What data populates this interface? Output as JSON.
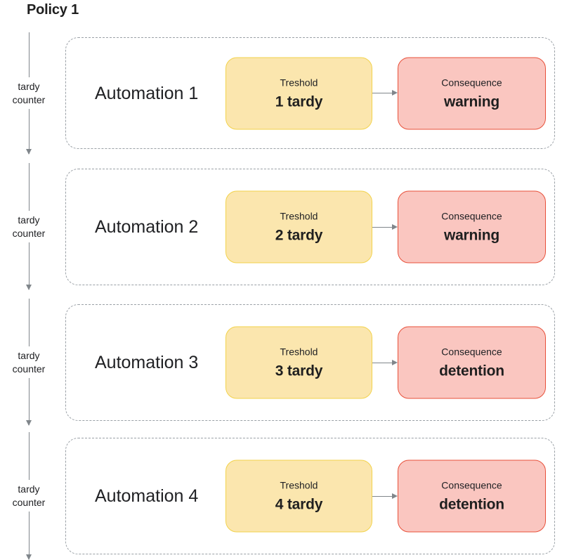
{
  "title": "Policy 1",
  "counter_label_line1": "tardy",
  "counter_label_line2": "counter",
  "node_captions": {
    "threshold": "Treshold",
    "consequence": "Consequence"
  },
  "colors": {
    "threshold_fill": "#FBE6AE",
    "threshold_border": "#F2D24B",
    "consequence_fill": "#FAC6C0",
    "consequence_border": "#E8503A",
    "container_border": "#9AA0A6",
    "arrow": "#80868B",
    "text": "#202124"
  },
  "rows": [
    {
      "automation": "Automation 1",
      "threshold_caption": "Treshold",
      "threshold_value": "1 tardy",
      "consequence_caption": "Consequence",
      "consequence_value": "warning",
      "counter_line1": "tardy",
      "counter_line2": "counter"
    },
    {
      "automation": "Automation 2",
      "threshold_caption": "Treshold",
      "threshold_value": "2 tardy",
      "consequence_caption": "Consequence",
      "consequence_value": "warning",
      "counter_line1": "tardy",
      "counter_line2": "counter"
    },
    {
      "automation": "Automation 3",
      "threshold_caption": "Treshold",
      "threshold_value": "3 tardy",
      "consequence_caption": "Consequence",
      "consequence_value": "detention",
      "counter_line1": "tardy",
      "counter_line2": "counter"
    },
    {
      "automation": "Automation 4",
      "threshold_caption": "Treshold",
      "threshold_value": "4 tardy",
      "consequence_caption": "Consequence",
      "consequence_value": "detention",
      "counter_line1": "tardy",
      "counter_line2": "counter"
    }
  ]
}
